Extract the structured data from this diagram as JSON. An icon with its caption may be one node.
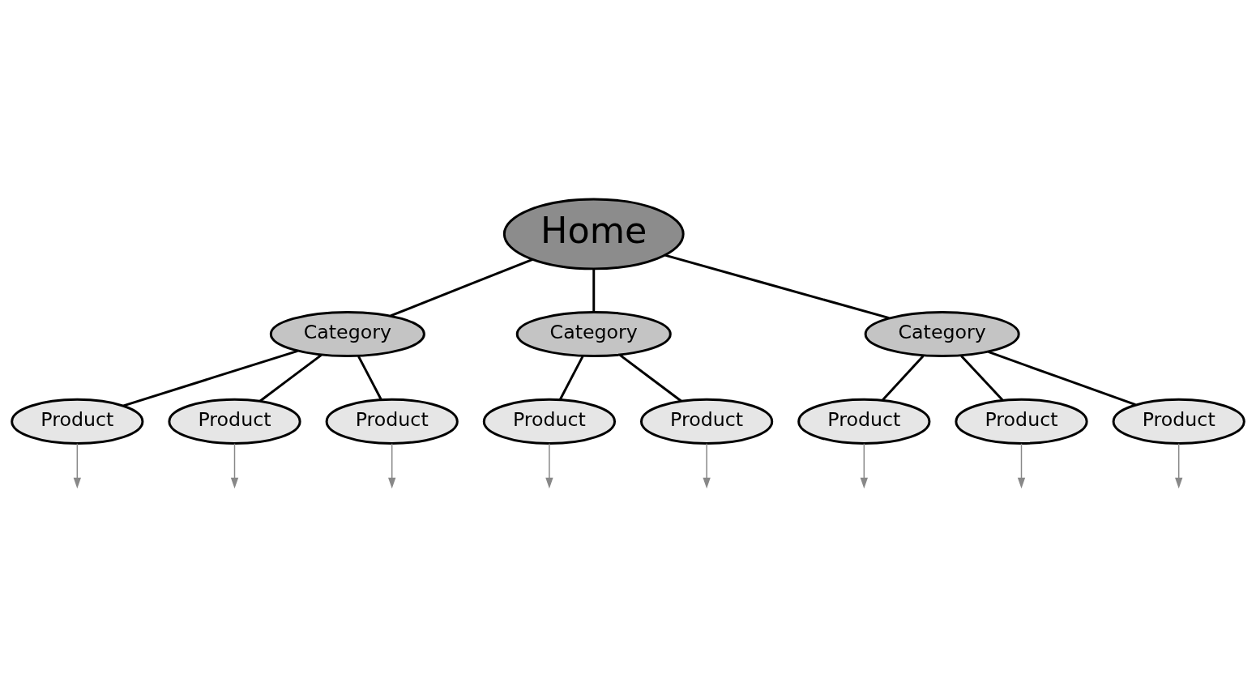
{
  "diagram": {
    "nodes": [
      {
        "text": [
          "Home"
        ]
      },
      {
        "text": [
          "Category"
        ]
      },
      {
        "text": [
          "Category"
        ]
      },
      {
        "text": [
          "Category"
        ]
      },
      {
        "text": [
          "Product"
        ]
      },
      {
        "text": [
          "Product"
        ]
      },
      {
        "text": [
          "Product"
        ]
      },
      {
        "text": [
          "Product"
        ]
      },
      {
        "text": [
          "Product"
        ]
      },
      {
        "text": [
          "Product"
        ]
      },
      {
        "text": [
          "Product"
        ]
      },
      {
        "text": [
          "Product"
        ]
      }
    ],
    "edges": [
      {
        "from": 0,
        "to": 1,
        "arrow": "none"
      },
      {
        "from": 0,
        "to": 2,
        "arrow": "none"
      },
      {
        "from": 0,
        "to": 3,
        "arrow": "none"
      },
      {
        "from": 1,
        "to": 4,
        "arrow": "none"
      },
      {
        "from": 1,
        "to": 5,
        "arrow": "none"
      },
      {
        "from": 1,
        "to": 6,
        "arrow": "none"
      },
      {
        "from": 2,
        "to": 7,
        "arrow": "none"
      },
      {
        "from": 2,
        "to": 8,
        "arrow": "none"
      },
      {
        "from": 3,
        "to": 9,
        "arrow": "none"
      },
      {
        "from": 3,
        "to": 10,
        "arrow": "none"
      },
      {
        "from": 3,
        "to": 11,
        "arrow": "none"
      },
      {
        "from": 4,
        "to": null,
        "arrow": "to",
        "color": "#888888"
      },
      {
        "from": 5,
        "to": null,
        "arrow": "to",
        "color": "#888888"
      },
      {
        "from": 6,
        "to": null,
        "arrow": "to",
        "color": "#888888"
      },
      {
        "from": 7,
        "to": null,
        "arrow": "to",
        "color": "#888888"
      },
      {
        "from": 8,
        "to": null,
        "arrow": "to",
        "color": "#888888"
      },
      {
        "from": 9,
        "to": null,
        "arrow": "to",
        "color": "#888888"
      },
      {
        "from": 10,
        "to": null,
        "arrow": "to",
        "color": "#888888"
      },
      {
        "from": 11,
        "to": null,
        "arrow": "to",
        "color": "#888888"
      }
    ]
  }
}
